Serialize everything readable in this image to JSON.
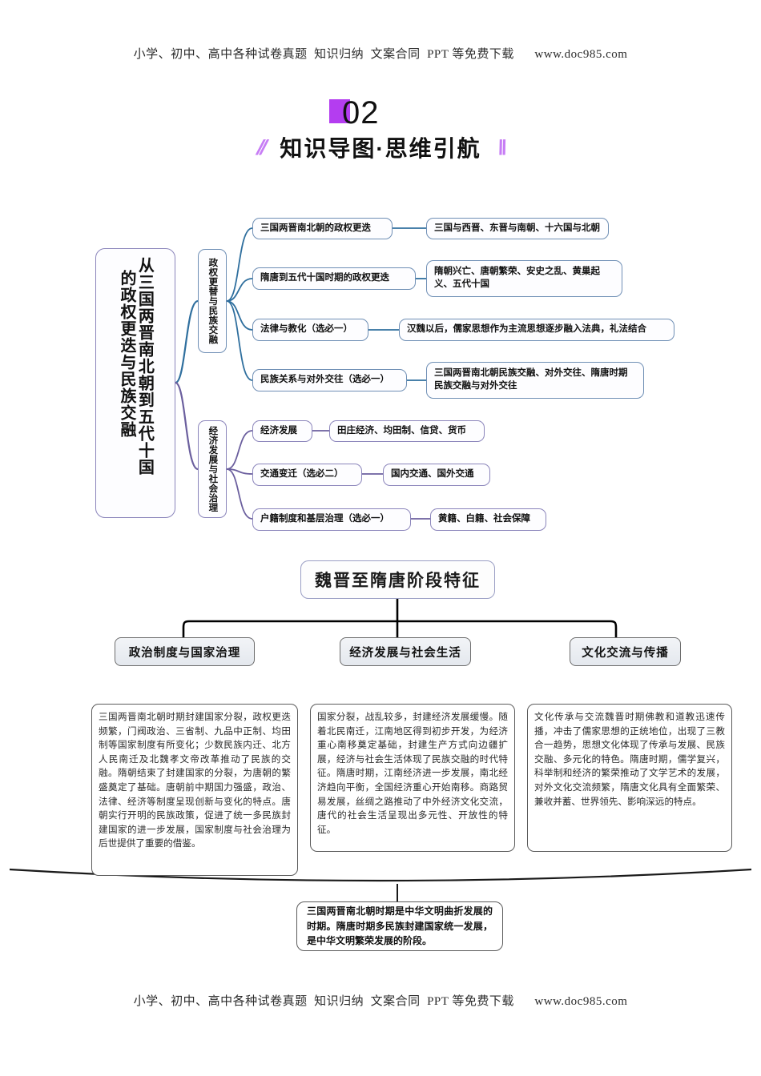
{
  "watermark": {
    "text": "小学、初中、高中各种试卷真题  知识归纳  文案合同  PPT 等免费下载      www.doc985.com"
  },
  "section_title": {
    "number": "02",
    "heading": "知识导图·思维引航",
    "slash_left": "//",
    "slash_right": "\\\\",
    "accent_color": "#b43df0"
  },
  "mindmap": {
    "root": {
      "line1": "从三国两晋南北朝到五代十国",
      "line2": "的政权更迭与民族交融"
    },
    "branches": [
      {
        "label": "政权更替与民族交融",
        "color": "#2f6f9e",
        "children": [
          {
            "label": "三国两晋南北朝的政权更迭",
            "detail": "三国与西晋、东晋与南朝、十六国与北朝"
          },
          {
            "label": "隋唐到五代十国时期的政权更迭",
            "detail": "隋朝兴亡、唐朝繁荣、安史之乱、黄巢起义、五代十国"
          },
          {
            "label": "法律与教化（选必一）",
            "detail": "汉魏以后，儒家思想作为主流思想逐步融入法典，礼法结合"
          },
          {
            "label": "民族关系与对外交往（选必一）",
            "detail": "三国两晋南北朝民族交融、对外交往、隋唐时期民族交融与对外交往"
          }
        ]
      },
      {
        "label": "经济发展与社会治理",
        "color": "#6b5f9e",
        "children": [
          {
            "label": "经济发展",
            "detail": "田庄经济、均田制、信贷、货币"
          },
          {
            "label": "交通变迁（选必二）",
            "detail": "国内交通、国外交通"
          },
          {
            "label": "户籍制度和基层治理（选必一）",
            "detail": "黄籍、白籍、社会保障"
          }
        ]
      }
    ]
  },
  "features": {
    "title": "魏晋至隋唐阶段特征",
    "categories": [
      {
        "head": "政治制度与国家治理",
        "body": "三国两晋南北朝时期封建国家分裂，政权更迭频繁，门阀政治、三省制、九品中正制、均田制等国家制度有所变化；少数民族内迁、北方人民南迁及北魏孝文帝改革推动了民族的交融。隋朝结束了封建国家的分裂，为唐朝的繁盛奠定了基础。唐朝前中期国力强盛，政治、法律、经济等制度呈现创新与变化的特点。唐朝实行开明的民族政策，促进了统一多民族封建国家的进一步发展，国家制度与社会治理为后世提供了重要的借鉴。"
      },
      {
        "head": "经济发展与社会生活",
        "body": "国家分裂，战乱较多，封建经济发展缓慢。随着北民南迁，江南地区得到初步开发，为经济重心南移奠定基础，封建生产方式向边疆扩展，经济与社会生活体现了民族交融的时代特征。隋唐时期，江南经济进一步发展，南北经济趋向平衡，全国经济重心开始南移。商路贸易发展，丝绸之路推动了中外经济文化交流，唐代的社会生活呈现出多元性、开放性的特征。"
      },
      {
        "head": "文化交流与传播",
        "body": "文化传承与交流魏晋时期佛教和道教迅速传播，冲击了儒家思想的正统地位，出现了三教合一趋势，思想文化体现了传承与发展、民族交融、多元化的特色。隋唐时期，儒学复兴，科举制和经济的繁荣推动了文学艺术的发展，对外文化交流频繁，隋唐文化具有全面繁荣、兼收并蓄、世界领先、影响深远的特点。"
      }
    ],
    "conclusion": "三国两晋南北朝时期是中华文明曲折发展的时期。隋唐时期多民族封建国家统一发展，是中华文明繁荣发展的阶段。"
  }
}
